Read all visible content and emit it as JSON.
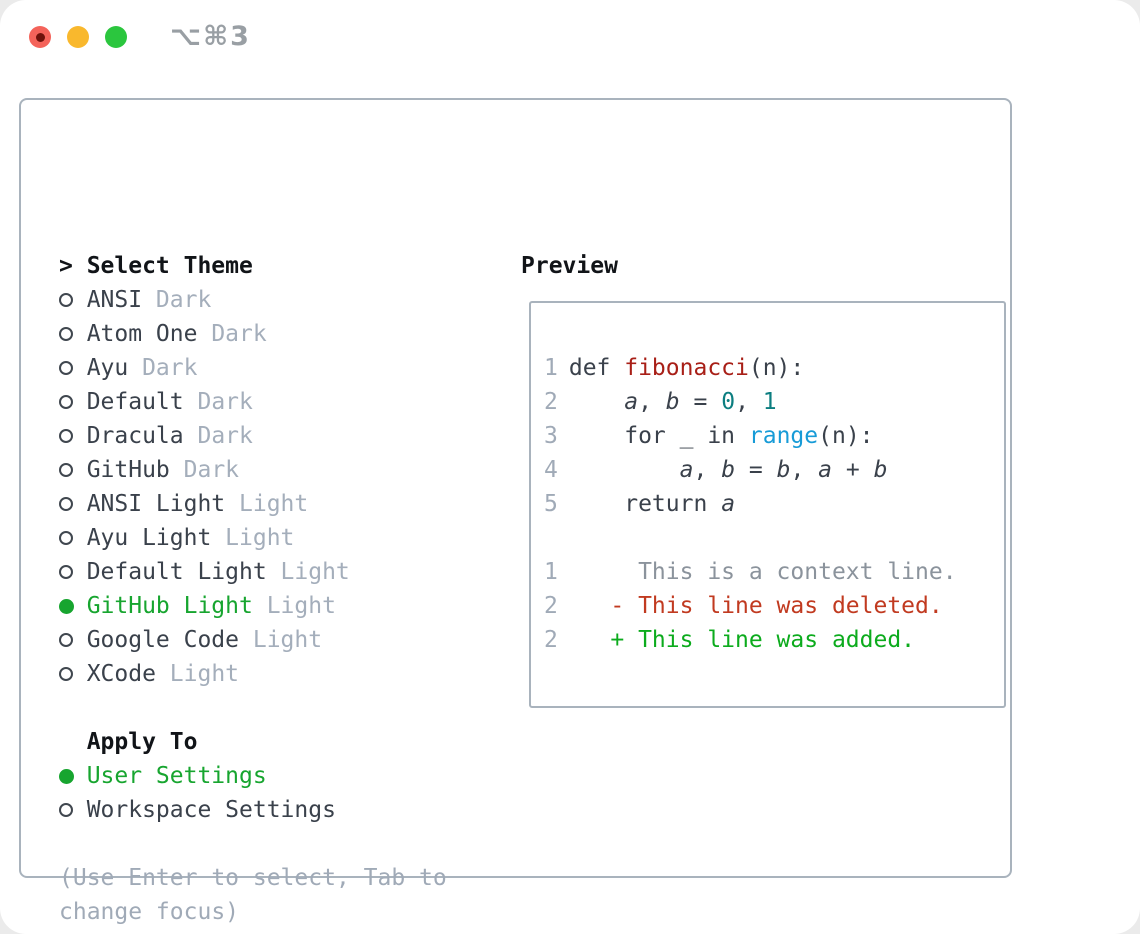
{
  "window": {
    "title": "⌥⌘3"
  },
  "traffic_lights": [
    {
      "name": "close",
      "color": "#f4635a",
      "inner_dot": "#6e120b"
    },
    {
      "name": "minimize",
      "color": "#f9b82d"
    },
    {
      "name": "zoom",
      "color": "#2bc63e"
    }
  ],
  "theme_selector": {
    "header_marker": ">",
    "header_label": "Select Theme",
    "themes": [
      {
        "name": "ANSI",
        "tag": "Dark",
        "selected": false
      },
      {
        "name": "Atom One",
        "tag": "Dark",
        "selected": false
      },
      {
        "name": "Ayu",
        "tag": "Dark",
        "selected": false
      },
      {
        "name": "Default",
        "tag": "Dark",
        "selected": false
      },
      {
        "name": "Dracula",
        "tag": "Dark",
        "selected": false
      },
      {
        "name": "GitHub",
        "tag": "Dark",
        "selected": false
      },
      {
        "name": "ANSI Light",
        "tag": "Light",
        "selected": false
      },
      {
        "name": "Ayu Light",
        "tag": "Light",
        "selected": false
      },
      {
        "name": "Default Light",
        "tag": "Light",
        "selected": false
      },
      {
        "name": "GitHub Light",
        "tag": "Light",
        "selected": true
      },
      {
        "name": "Google Code",
        "tag": "Light",
        "selected": false
      },
      {
        "name": "XCode",
        "tag": "Light",
        "selected": false
      }
    ],
    "apply_to_label": "Apply To",
    "apply_options": [
      {
        "name": "User Settings",
        "selected": true
      },
      {
        "name": "Workspace Settings",
        "selected": false
      }
    ],
    "hint_lines": [
      "(Use Enter to select, Tab to",
      "change focus)"
    ]
  },
  "preview": {
    "header_label": "Preview",
    "code_lines": [
      {
        "num": "1",
        "tokens": [
          {
            "t": "def ",
            "c": "kw"
          },
          {
            "t": "fibonacci",
            "c": "fn"
          },
          {
            "t": "(n):",
            "c": "pl"
          }
        ]
      },
      {
        "num": "2",
        "tokens": [
          {
            "t": "    ",
            "c": "pl"
          },
          {
            "t": "a",
            "c": "var"
          },
          {
            "t": ", ",
            "c": "pl"
          },
          {
            "t": "b",
            "c": "var"
          },
          {
            "t": " = ",
            "c": "pl"
          },
          {
            "t": "0",
            "c": "num"
          },
          {
            "t": ", ",
            "c": "pl"
          },
          {
            "t": "1",
            "c": "num"
          }
        ]
      },
      {
        "num": "3",
        "tokens": [
          {
            "t": "    ",
            "c": "pl"
          },
          {
            "t": "for",
            "c": "kw"
          },
          {
            "t": " _ ",
            "c": "pl"
          },
          {
            "t": "in",
            "c": "kw"
          },
          {
            "t": " ",
            "c": "pl"
          },
          {
            "t": "range",
            "c": "call"
          },
          {
            "t": "(n):",
            "c": "pl"
          }
        ]
      },
      {
        "num": "4",
        "tokens": [
          {
            "t": "        ",
            "c": "pl"
          },
          {
            "t": "a",
            "c": "var"
          },
          {
            "t": ", ",
            "c": "pl"
          },
          {
            "t": "b",
            "c": "var"
          },
          {
            "t": " = ",
            "c": "pl"
          },
          {
            "t": "b",
            "c": "var"
          },
          {
            "t": ", ",
            "c": "pl"
          },
          {
            "t": "a",
            "c": "var"
          },
          {
            "t": " + ",
            "c": "pl"
          },
          {
            "t": "b",
            "c": "var"
          }
        ]
      },
      {
        "num": "5",
        "tokens": [
          {
            "t": "    ",
            "c": "pl"
          },
          {
            "t": "return",
            "c": "kw"
          },
          {
            "t": " ",
            "c": "pl"
          },
          {
            "t": "a",
            "c": "var"
          }
        ]
      }
    ],
    "diff_lines": [
      {
        "num": "1",
        "kind": "context",
        "text": "     This is a context line."
      },
      {
        "num": "2",
        "kind": "deleted",
        "text": "   - This line was deleted."
      },
      {
        "num": "2",
        "kind": "added",
        "text": "   + This line was added."
      }
    ]
  },
  "colors": {
    "selected_green": "#17a52f",
    "added_green": "#0cab1d",
    "deleted_red": "#c13a20",
    "context_gray": "#8b939c",
    "function_red": "#a81f17",
    "number_teal": "#0c7e80",
    "call_blue": "#179bd7",
    "muted_gray": "#a4aebb",
    "text_dark": "#3a414b",
    "border_gray": "#a9b3bd",
    "title_gray": "#999fa4"
  }
}
